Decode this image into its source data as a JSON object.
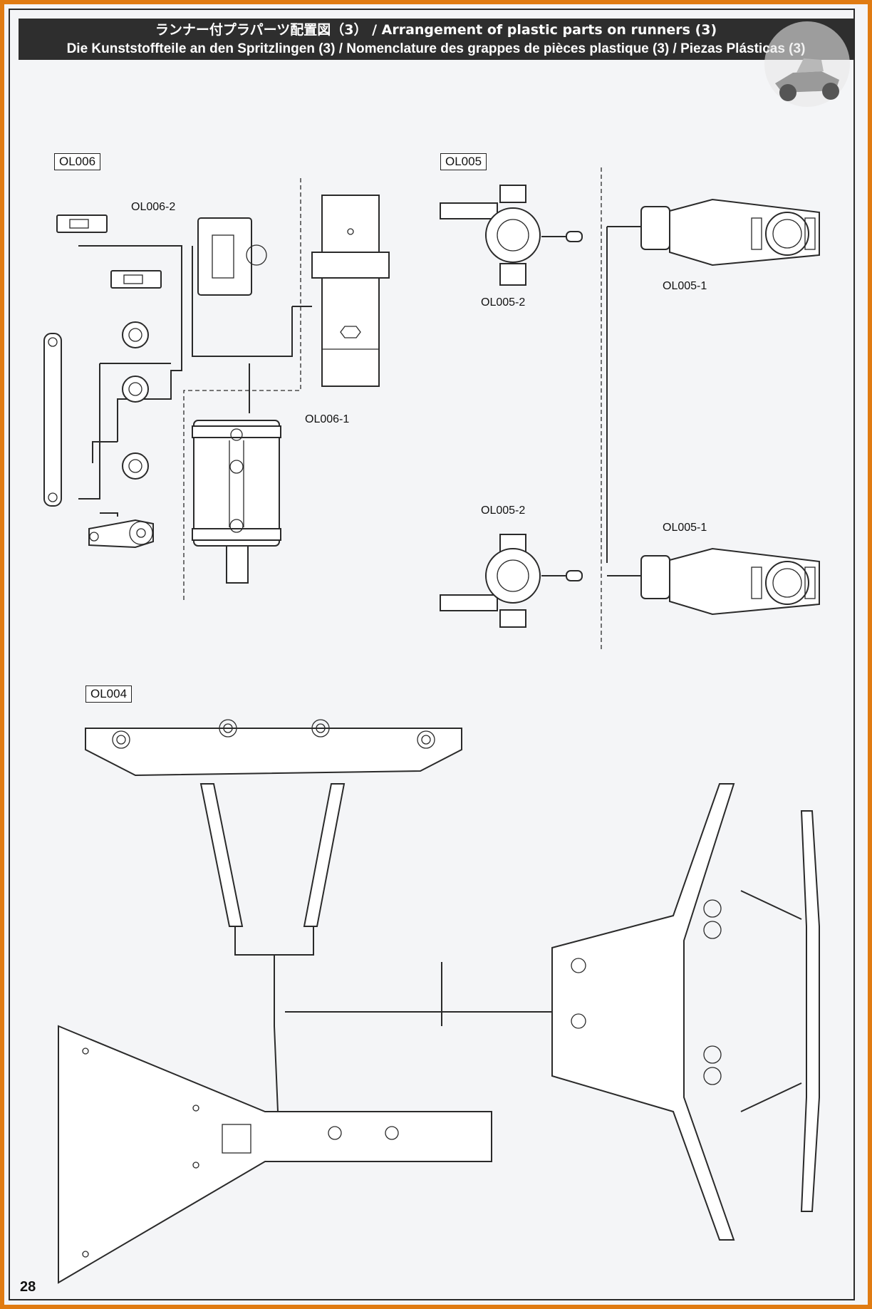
{
  "header": {
    "line1": "ランナー付プラパーツ配置図（3） / Arrangement of plastic parts on runners (3)",
    "line2": "Die Kunststoffteile an den Spritzlingen (3) / Nomenclature des grappes de pièces plastique (3) / Piezas Plásticas (3)"
  },
  "logo": {
    "icon": "magazine-car-logo"
  },
  "runners": {
    "ol006": {
      "tag": "OL006",
      "labels": {
        "part2": "OL006-2",
        "part1": "OL006-1"
      }
    },
    "ol005": {
      "tag": "OL005",
      "labels": {
        "top_knuckle": "OL005-2",
        "top_arm": "OL005-1",
        "bottom_knuckle": "OL005-2",
        "bottom_arm": "OL005-1"
      }
    },
    "ol004": {
      "tag": "OL004"
    }
  },
  "page_number": "28",
  "colors": {
    "border": "#e07b12",
    "header_bg": "#2e2e2e",
    "line": "#2a2a2a"
  }
}
